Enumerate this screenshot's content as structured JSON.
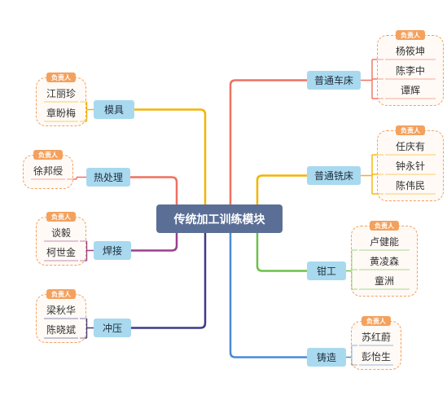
{
  "diagram": {
    "title": "传统加工训练模块",
    "tag_label": "负责人",
    "branches": [
      {
        "id": "chechuang",
        "label": "普通车床",
        "side": "right",
        "color": "#f0705f",
        "members": [
          "杨筱坤",
          "陈李中",
          "谭辉"
        ]
      },
      {
        "id": "xichuang",
        "label": "普通铣床",
        "side": "right",
        "color": "#f5b400",
        "members": [
          "任庆有",
          "钟永针",
          "陈伟民"
        ]
      },
      {
        "id": "qiangong",
        "label": "钳工",
        "side": "right",
        "color": "#6cc04a",
        "members": [
          "卢健能",
          "黄凌森",
          "童洲"
        ]
      },
      {
        "id": "zhuzao",
        "label": "铸造",
        "side": "right",
        "color": "#4a8ad6",
        "members": [
          "苏红蔚",
          "彭怡生"
        ]
      },
      {
        "id": "moju",
        "label": "模具",
        "side": "left",
        "color": "#f5b400",
        "members": [
          "江丽珍",
          "章盼梅"
        ]
      },
      {
        "id": "rechuli",
        "label": "热处理",
        "side": "left",
        "color": "#f0705f",
        "members": [
          "徐邦绶"
        ]
      },
      {
        "id": "hanjie",
        "label": "焊接",
        "side": "left",
        "color": "#9b3f8f",
        "members": [
          "谈毅",
          "柯世金"
        ]
      },
      {
        "id": "chongya",
        "label": "冲压",
        "side": "left",
        "color": "#3f3a86",
        "members": [
          "梁秋华",
          "陈晓斌"
        ]
      }
    ]
  }
}
